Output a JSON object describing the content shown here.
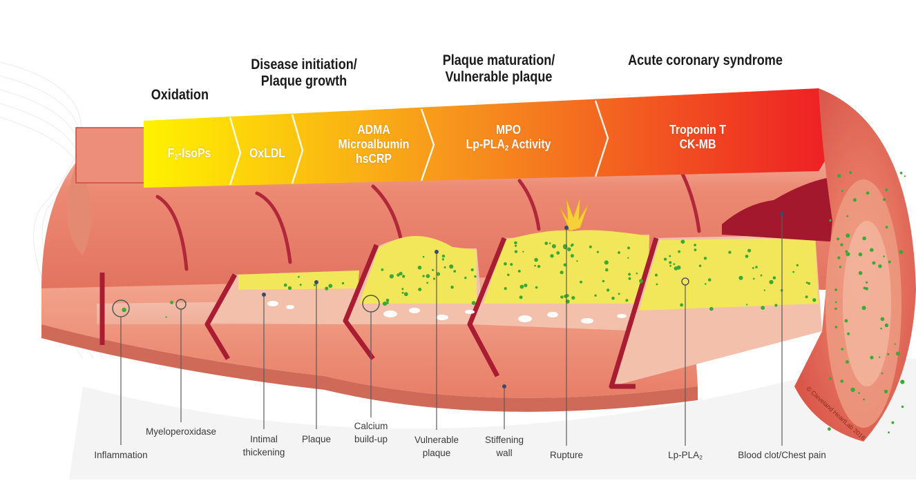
{
  "stages": [
    {
      "title": "Oxidation",
      "marker": "F2-IsoPs"
    },
    {
      "title": "Disease initiation/\nPlaque growth",
      "marker": "OxLDL\nADMA\nMicroalbumin\nhsCRP"
    },
    {
      "title": "Plaque maturation/\nVulnerable plaque",
      "marker": "MPO\nLp-PLA2 Activity"
    },
    {
      "title": "Acute coronary syndrome",
      "marker": "Troponin T\nCK-MB"
    }
  ],
  "titles": {
    "oxidation": "Oxidation",
    "initiation_1": "Disease initiation/",
    "initiation_2": "Plaque growth",
    "maturation_1": "Plaque maturation/",
    "maturation_2": "Vulnerable plaque",
    "acute": "Acute coronary syndrome"
  },
  "markers": {
    "f2_prefix": "F",
    "f2_sub": "2",
    "f2_suffix": "-IsoPs",
    "oxldl": "OxLDL",
    "adma": "ADMA",
    "microalbumin": "Microalbumin",
    "hscrp": "hsCRP",
    "mpo": "MPO",
    "lppla2_prefix": "Lp-PLA",
    "lppla2_sub": "2",
    "lppla2_suffix": " Activity",
    "troponin": "Troponin T",
    "ckmb": "CK-MB"
  },
  "labels": {
    "inflammation": "Inflammation",
    "myeloperoxidase": "Myeloperoxidase",
    "intimal_1": "Intimal",
    "intimal_2": "thickening",
    "plaque": "Plaque",
    "calcium_1": "Calcium",
    "calcium_2": "build-up",
    "vulnerable_1": "Vulnerable",
    "vulnerable_2": "plaque",
    "stiffening_1": "Stiffening",
    "stiffening_2": "wall",
    "rupture": "Rupture",
    "lppla2_prefix": "Lp-PLA",
    "lppla2_sub": "2",
    "bloodclot": "Blood clot/Chest pain"
  },
  "copyright": "© Cleveland HeartLab 2016",
  "colors": {
    "arrow_start": "#fff200",
    "arrow_mid": "#f7941d",
    "arrow_end": "#ed1c24",
    "vessel_wall": "#ee8b76",
    "vessel_dark": "#b0283a",
    "plaque_yellow": "#f2e65a",
    "clot": "#a3182c",
    "dots": "#3aaa35"
  }
}
